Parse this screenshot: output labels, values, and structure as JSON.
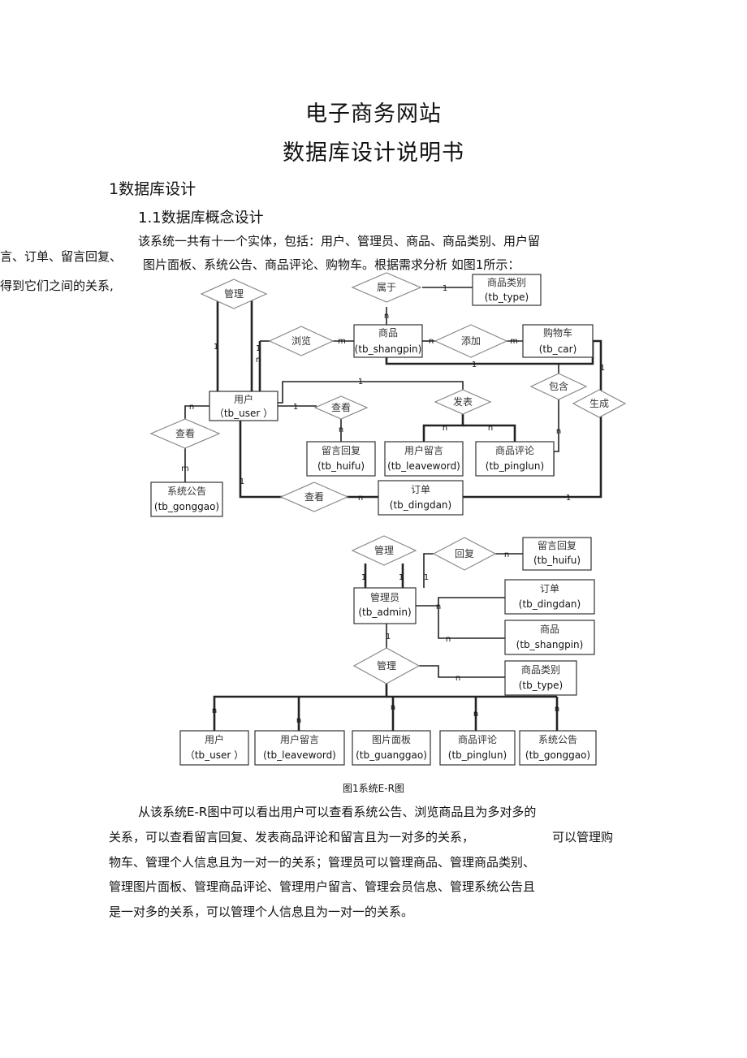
{
  "doc": {
    "title_line1": "电子商务网站",
    "title_line2": "数据库设计说明书",
    "section1": "1数据库设计",
    "section1_1": "1.1数据库概念设计",
    "intro_line1": "该系统一共有十一个实体，包括：用户、管理员、商品、商品类别、用户留",
    "intro_line2a": "言、订单、留言回复、",
    "intro_line2b": "图片面板、系统公告、商品评论、购物车。根据需求分析  如图1所示：",
    "intro_line3": "得到它们之间的关系,",
    "caption": "图1系统E-R图",
    "body_line1": "从该系统E-R图中可以看出用户可以查看系统公告、浏览商品且为多对多的",
    "body_line2a": "关系，可以查看留言回复、发表商品评论和留言且为一对多的关系，",
    "body_line2b": "可以管理购",
    "body_line3": "物车、管理个人信息且为一对一的关系；管理员可以管理商品、管理商品类别、",
    "body_line4": "管理图片面板、管理商品评论、管理用户留言、管理会员信息、管理系统公告且",
    "body_line5": "是一对多的关系，可以管理个人信息且为一对一的关系。"
  },
  "diagram1": {
    "entities": {
      "type": {
        "cn": "商品类别",
        "en": "(tb_type)"
      },
      "shangpin": {
        "cn": "商品",
        "en": "(tb_shangpin)"
      },
      "car": {
        "cn": "购物车",
        "en": "(tb_car)"
      },
      "user": {
        "cn": "用户",
        "en": "（tb_user  ）"
      },
      "huifu": {
        "cn": "留言回复",
        "en": "(tb_huifu)"
      },
      "leaveword": {
        "cn": "用户留言",
        "en": "(tb_leaveword)"
      },
      "pinglun": {
        "cn": "商品评论",
        "en": "(tb_pinglun)"
      },
      "gonggao": {
        "cn": "系统公告",
        "en": "(tb_gonggao)"
      },
      "dingdan": {
        "cn": "订单",
        "en": "(tb_dingdan)"
      }
    },
    "relations": {
      "manage": "管理",
      "belong": "属于",
      "browse": "浏览",
      "add": "添加",
      "contain": "包含",
      "generate": "生成",
      "view_reply": "查看",
      "publish": "发表",
      "view_notice": "查看",
      "view_order": "查看"
    },
    "cardinalities": {
      "one": "1",
      "n": "n",
      "m": "m"
    }
  },
  "diagram2": {
    "entities": {
      "admin": {
        "cn": "管理员",
        "en": "(tb_admin)"
      },
      "huifu": {
        "cn": "留言回复",
        "en": "(tb_huifu)"
      },
      "dingdan": {
        "cn": "订单",
        "en": "(tb_dingdan)"
      },
      "shangpin": {
        "cn": "商品",
        "en": "(tb_shangpin)"
      },
      "type": {
        "cn": "商品类别",
        "en": "(tb_type)"
      },
      "user": {
        "cn": "用户",
        "en": "（tb_user  ）"
      },
      "leaveword": {
        "cn": "用户留言",
        "en": "(tb_leaveword)"
      },
      "guanggao": {
        "cn": "图片面板",
        "en": "(tb_guanggao)"
      },
      "pinglun": {
        "cn": "商品评论",
        "en": "(tb_pinglun)"
      },
      "gonggao": {
        "cn": "系统公告",
        "en": "(tb_gonggao)"
      }
    },
    "relations": {
      "manage_self": "管理",
      "reply": "回复",
      "manage": "管理"
    },
    "cardinalities": {
      "one": "1",
      "n": "n"
    }
  }
}
